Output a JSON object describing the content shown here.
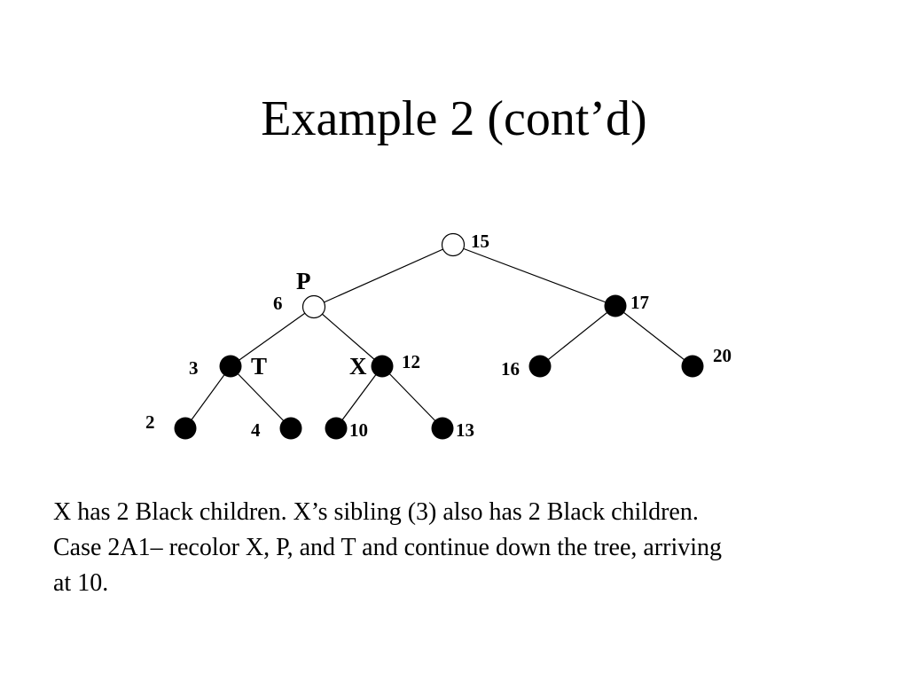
{
  "slide": {
    "title": "Example 2 (cont’d)"
  },
  "tree": {
    "root": {
      "key": "15",
      "color": "red"
    },
    "node_6": {
      "key": "6",
      "color": "red",
      "tag": "P"
    },
    "node_17": {
      "key": "17",
      "color": "black"
    },
    "node_3": {
      "key": "3",
      "color": "black",
      "tag": "T"
    },
    "node_12": {
      "key": "12",
      "color": "black",
      "tag": "X"
    },
    "node_16": {
      "key": "16",
      "color": "black"
    },
    "node_20": {
      "key": "20",
      "color": "black"
    },
    "node_2": {
      "key": "2",
      "color": "black"
    },
    "node_4": {
      "key": "4",
      "color": "black"
    },
    "node_10": {
      "key": "10",
      "color": "black"
    },
    "node_13": {
      "key": "13",
      "color": "black"
    },
    "colors": {
      "red_node_fill": "#ffffff",
      "black_node_fill": "#000000"
    }
  },
  "caption": {
    "line1": "X has 2 Black children. X’s sibling (3) also has 2 Black children.",
    "line2": "Case 2A1– recolor X, P, and T and continue down the tree, arriving",
    "line3": "at 10."
  }
}
